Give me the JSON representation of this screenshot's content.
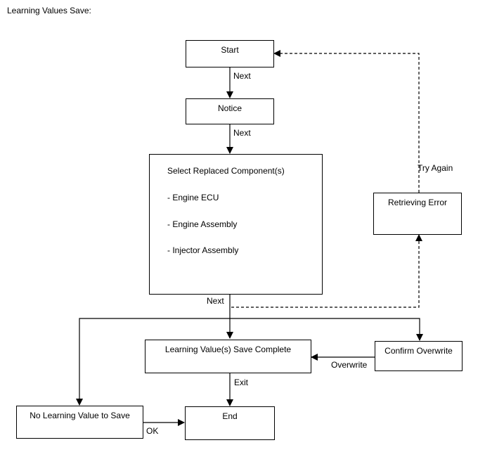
{
  "title": "Learning Values Save:",
  "boxes": {
    "start": "Start",
    "notice": "Notice",
    "select_title": "Select Replaced Component(s)",
    "select_items": [
      "- Engine ECU",
      "- Engine Assembly",
      "- Injector Assembly"
    ],
    "retrieving_error": "Retrieving Error",
    "save_complete": "Learning Value(s) Save Complete",
    "confirm_overwrite": "Confirm Overwrite",
    "no_learning_value": "No Learning Value to Save",
    "end": "End"
  },
  "edges": {
    "next1": "Next",
    "next2": "Next",
    "next3": "Next",
    "try_again": "Try Again",
    "overwrite": "Overwrite",
    "exit": "Exit",
    "ok": "OK"
  }
}
